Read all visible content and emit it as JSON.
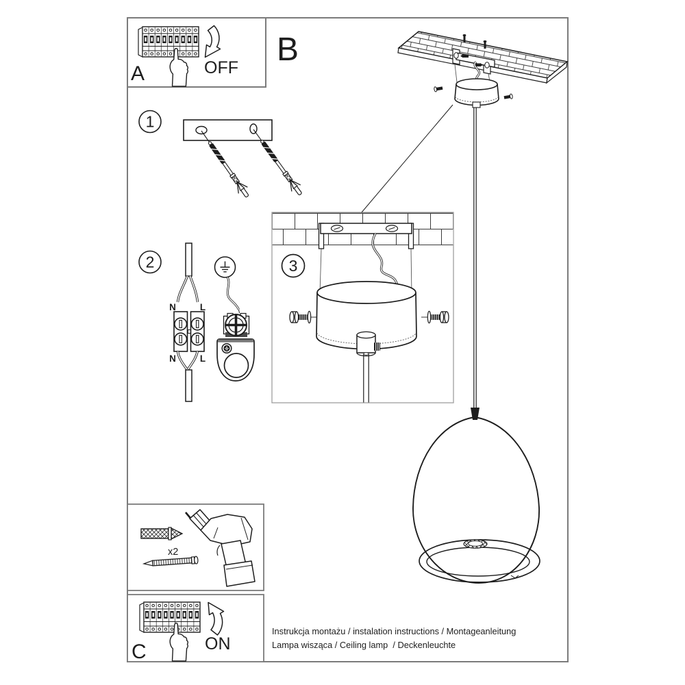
{
  "page": {
    "background": "#ffffff",
    "ink_color": "#1d1d1d",
    "frame_color": "#7b7b7b"
  },
  "sections": {
    "breaker_off": {
      "label": "A",
      "switch_state": "OFF"
    },
    "main_view": {
      "label": "B"
    },
    "breaker_on": {
      "label": "C",
      "switch_state": "ON"
    },
    "step1": {
      "number": "1"
    },
    "step2": {
      "number": "2",
      "terminal_labels": {
        "neutral_top": "N",
        "live_top": "L",
        "neutral_bottom": "N",
        "live_bottom": "L"
      }
    },
    "step3": {
      "number": "3"
    },
    "tools": {
      "quantity": "x2"
    }
  },
  "footer": {
    "line1": "Instrukcja montażu / instalation instructions / Montageanleitung",
    "line2": "Lampa wisząca / Ceiling lamp  / Deckenleuchte"
  },
  "illustrations": [
    "circuit-breaker-panel",
    "hand-pressing-switch",
    "mounting-bracket-with-wall-anchors",
    "wire-terminal-block",
    "earth-ground-symbol",
    "ground-clamp",
    "ceiling-bracket-canopy-detail",
    "wall-plug-and-screw",
    "cordless-drill",
    "pendant-lamp-with-canopy"
  ]
}
